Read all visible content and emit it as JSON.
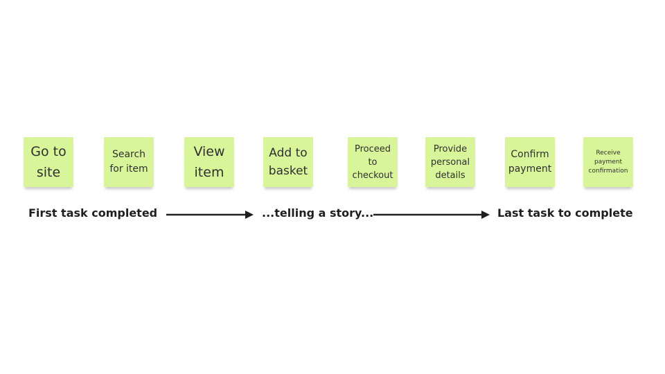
{
  "notes": [
    "Go to\nsite",
    "Search\nfor item",
    "View\nitem",
    "Add to\nbasket",
    "Proceed\nto\ncheckout",
    "Provide\npersonal\ndetails",
    "Confirm\npayment",
    "Receive\npayment\nconfirmation"
  ],
  "captions": {
    "first": "First task completed",
    "middle": "...telling a story...",
    "last": "Last task to complete"
  },
  "colors": {
    "note": "#d9f59a",
    "arrow": "#1f1f1f"
  }
}
